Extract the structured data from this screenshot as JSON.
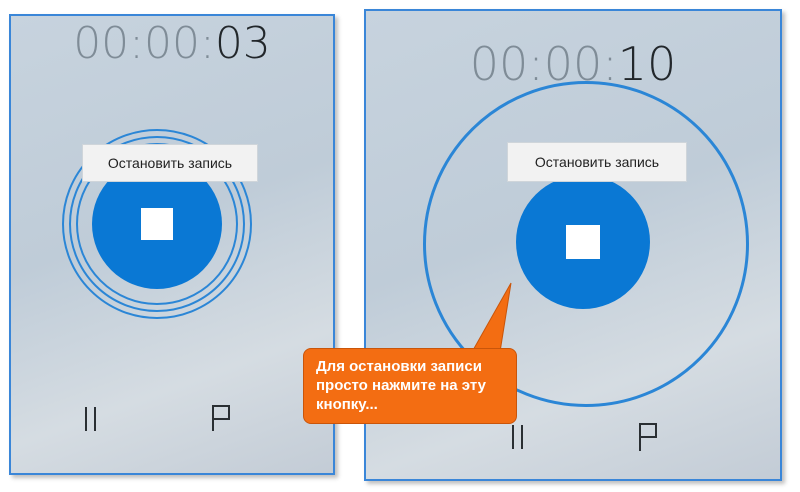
{
  "left_panel": {
    "timer_dim": "00:00:",
    "timer_bright": "03",
    "stop_tooltip": "Остановить запись"
  },
  "right_panel": {
    "timer_dim": "00:00:",
    "timer_bright": "10",
    "stop_tooltip": "Остановить запись"
  },
  "callout": {
    "line1": "Для остановки записи",
    "line2": "просто нажмите на эту",
    "line3": "кнопку..."
  },
  "icons": {
    "stop": "stop-square-icon",
    "pause": "pause-icon",
    "marker": "flag-icon"
  },
  "colors": {
    "accent": "#0a78d4",
    "callout": "#f36d12",
    "panel_border": "#3a86d8"
  }
}
